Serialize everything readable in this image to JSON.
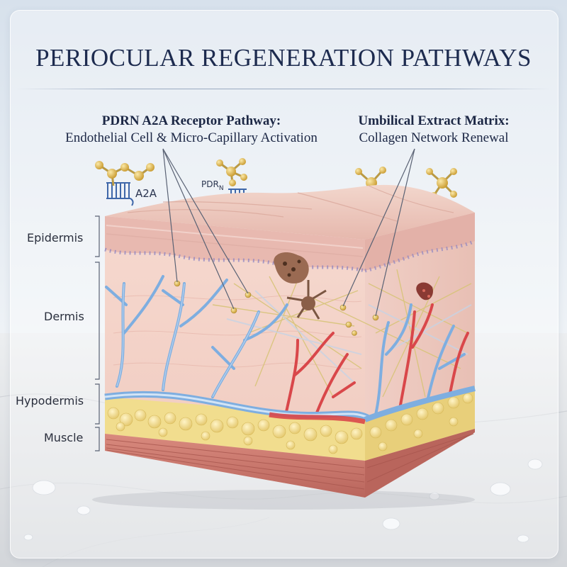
{
  "title": "PERIOCULAR REGENERATION PATHWAYS",
  "callouts": {
    "left": {
      "heading": "PDRN A2A Receptor Pathway:",
      "subheading": "Endothelial Cell & Micro-Capillary Activation"
    },
    "right": {
      "heading": "Umbilical Extract Matrix:",
      "subheading": "Collagen Network Renewal"
    }
  },
  "receptors": {
    "a2a_label": "A2A",
    "pdrn_label": "PDR",
    "pdrn_subscript": "N"
  },
  "layers": [
    "Epidermis",
    "Dermis",
    "Hypodermis",
    "Muscle"
  ],
  "colors": {
    "title": "#1d2b4f",
    "epidermis": "#e9c2bb",
    "dermis": "#f3d3ca",
    "hypodermis_fat": "#f1dd8e",
    "muscle": "#c9766b",
    "vein": "#7eaee0",
    "artery": "#d9474a",
    "collagen": "#d8c47a",
    "molecule": "#d4b24a"
  }
}
